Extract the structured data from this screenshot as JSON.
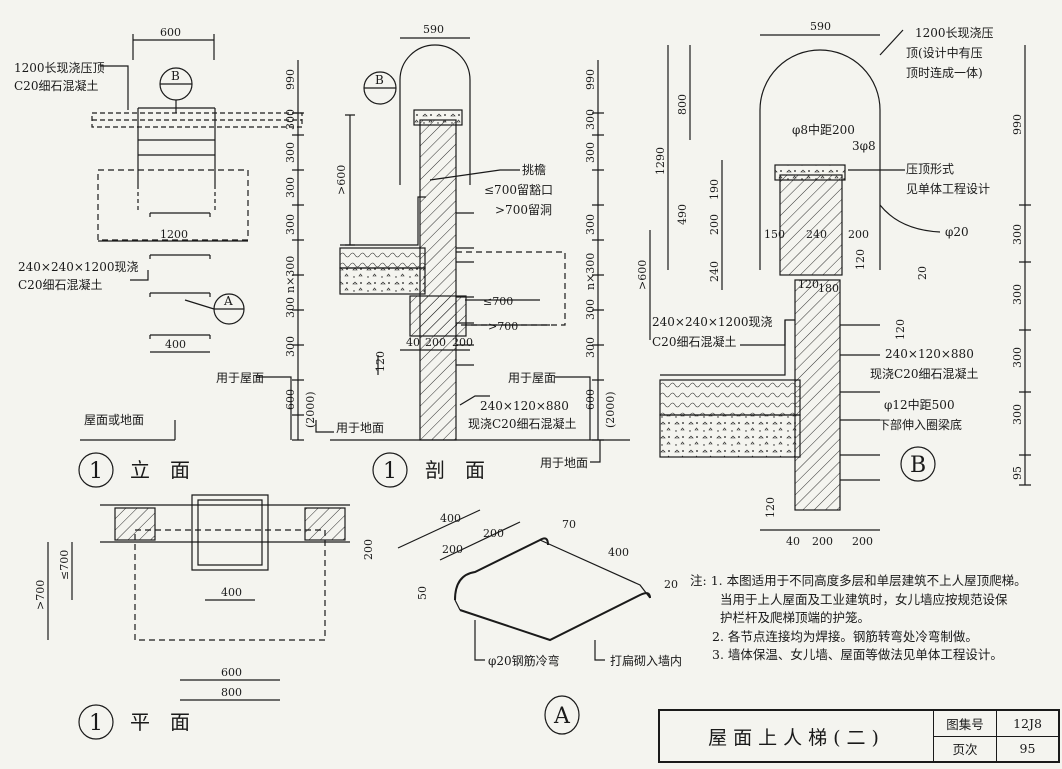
{
  "labels": {
    "elev_top_width": "600",
    "elev_coping": "1200长现浇压顶",
    "elev_coping2": "C20细石混凝土",
    "elev_990": "990",
    "elev_300a": "300",
    "elev_300b": "300",
    "elev_300c": "300",
    "elev_300d": "300",
    "elev_300e": "300",
    "elev_300f": "300",
    "elev_nx300": "n×300",
    "elev_1200": "1200",
    "elev_beam": "240×240×1200现浇",
    "elev_beam2": "C20细石混凝土",
    "elev_400": "400",
    "elev_roof_use": "用于屋面",
    "elev_600": "600",
    "elev_2000": "(2000)",
    "elev_ground": "屋面或地面",
    "sec_590": "590",
    "sec_gt600": ">600",
    "sec_eave": "挑檐",
    "sec_le700": "≤700留豁口",
    "sec_gt700": ">700留洞",
    "sec_le700b": "≤700",
    "sec_gt700b": ">700",
    "sec_40": "40",
    "sec_200a": "200",
    "sec_200b": "200",
    "sec_120": "120",
    "sec_roof_use": "用于屋面",
    "sec_beam": "240×120×880",
    "sec_beam2": "现浇C20细石混凝土",
    "sec_ground_use": "用于地面",
    "sec_ground_use2": "用于地面",
    "sec_990": "990",
    "sec_300a": "300",
    "sec_300b": "300",
    "sec_300c": "300",
    "sec_nx300": "n×300",
    "sec_300d": "300",
    "sec_300e": "300",
    "sec_600": "600",
    "sec_2000": "(2000)",
    "b_590": "590",
    "b_coping1": "1200长现浇压",
    "b_coping2": "顶(设计中有压",
    "b_coping3": "顶时连成一体)",
    "b_phi8": "φ8中距200",
    "b_3phi8": "3φ8",
    "b_form1": "压顶形式",
    "b_form2": "见单体工程设计",
    "b_phi20": "φ20",
    "b_1290": "1290",
    "b_800": "800",
    "b_490": "490",
    "b_190": "190",
    "b_200": "200",
    "b_240": "240",
    "b_150": "150",
    "b_240b": "240",
    "b_200b": "200",
    "b_120": "120",
    "b_120b": "120",
    "b_180": "180",
    "b_20": "20",
    "b_gt600": ">600",
    "b_beam": "240×240×1200现浇",
    "b_beam2": "C20细石混凝土",
    "b_beam3": "240×120×880",
    "b_beam4": "现浇C20细石混凝土",
    "b_phi12": "φ12中距500",
    "b_phi12b": "下部伸入圈梁底",
    "b_120c": "120",
    "b_120d": "120",
    "b_40": "40",
    "b_200c": "200",
    "b_200d": "200",
    "b_990": "990",
    "b_300a": "300",
    "b_300b": "300",
    "b_300c": "300",
    "b_300d": "300",
    "b_95": "95",
    "plan_200": "200",
    "plan_gt700": ">700",
    "plan_le700": "≤700",
    "plan_400": "400",
    "plan_600": "600",
    "plan_800": "800",
    "a_400": "400",
    "a_200a": "200",
    "a_200b": "200",
    "a_70": "70",
    "a_400b": "400",
    "a_20": "20",
    "a_50": "50",
    "a_bar": "φ20钢筋冷弯",
    "a_flat": "打扁砌入墙内",
    "marker_B": "B",
    "marker_A": "A",
    "marker_1": "1"
  },
  "view_titles": {
    "elevation_num": "1",
    "elevation": "立　面",
    "section_num": "1",
    "section": "剖　面",
    "plan_num": "1",
    "plan": "平　面",
    "detail_B": "B",
    "detail_A": "A"
  },
  "notes": {
    "head": "注:",
    "n1a": "1. 本图适用于不同高度多层和单层建筑不上人屋顶爬梯。",
    "n1b": "当用于上人屋面及工业建筑时，女儿墙应按规范设保",
    "n1c": "护栏杆及爬梯顶端的护笼。",
    "n2": "2. 各节点连接均为焊接。钢筋转弯处冷弯制做。",
    "n3": "3. 墙体保温、女儿墙、屋面等做法见单体工程设计。"
  },
  "title_block": {
    "title": "屋面上人梯(二)",
    "atlas_label": "图集号",
    "atlas_value": "12J8",
    "page_label": "页次",
    "page_value": "95"
  }
}
